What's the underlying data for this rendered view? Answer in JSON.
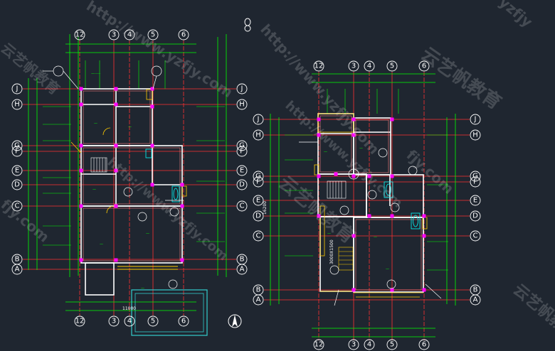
{
  "colors": {
    "background": "#1f2630",
    "grid": "#ff3030",
    "dimension": "#00ff00",
    "wall": "#ffffff",
    "column": "#ff00ff",
    "door": "#ffcc00",
    "pool": "#33cccc",
    "annotation": "#00ffff"
  },
  "plan_left": {
    "column_axes": [
      "12",
      "3",
      "4",
      "5",
      "6"
    ],
    "row_axes": [
      "J",
      "H",
      "G",
      "F",
      "E",
      "D",
      "C",
      "B",
      "A"
    ],
    "overall_width_text": "11000"
  },
  "plan_right": {
    "column_axes": [
      "12",
      "3",
      "4",
      "5",
      "6"
    ],
    "row_axes": [
      "J",
      "H",
      "G",
      "F",
      "E",
      "D",
      "C",
      "B",
      "A"
    ],
    "overall_height_text": "16200",
    "stair_text": "3000X1500"
  },
  "watermarks": {
    "url": "http://www.yzfjy.com",
    "brand": "云艺帆教育",
    "short": "yzfjy",
    "partial": "fjy.com"
  }
}
